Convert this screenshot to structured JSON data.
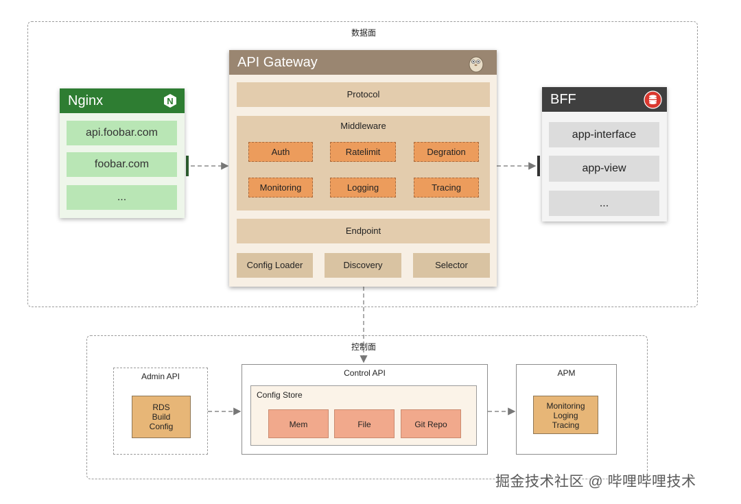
{
  "data_plane": {
    "label": "数据面"
  },
  "control_plane": {
    "label": "控制面"
  },
  "gateway": {
    "title": "API Gateway",
    "protocol": "Protocol",
    "middleware": {
      "title": "Middleware",
      "items": [
        "Auth",
        "Ratelimit",
        "Degration",
        "Monitoring",
        "Logging",
        "Tracing"
      ]
    },
    "endpoint": "Endpoint",
    "bottom": [
      "Config Loader",
      "Discovery",
      "Selector"
    ]
  },
  "nginx": {
    "title": "Nginx",
    "logo_letter": "N",
    "items": [
      "api.foobar.com",
      "foobar.com",
      "..."
    ]
  },
  "bff": {
    "title": "BFF",
    "items": [
      "app-interface",
      "app-view",
      "..."
    ]
  },
  "admin_api": {
    "title": "Admin API",
    "box_lines": [
      "RDS",
      "Build",
      "Config"
    ]
  },
  "control_api": {
    "title": "Control API",
    "store_title": "Config Store",
    "stores": [
      "Mem",
      "File",
      "Git Repo"
    ]
  },
  "apm": {
    "title": "APM",
    "box_lines": [
      "Monitoring",
      "Loging",
      "Tracing"
    ]
  },
  "watermark": "掘金技术社区 @ 哔哩哔哩技术",
  "colors": {
    "gateway_header": "#9a8671",
    "middleware_box": "#ec9c5c",
    "nginx_header": "#2e7d32",
    "nginx_item": "#b9e6b5",
    "bff_header": "#3f3f3f",
    "bff_logo": "#d9382f",
    "store_box": "#f1a98c",
    "tan_box": "#e7b677"
  },
  "icons": {
    "gateway": "gopher-icon",
    "nginx": "nginx-logo-icon",
    "bff": "database-icon"
  }
}
